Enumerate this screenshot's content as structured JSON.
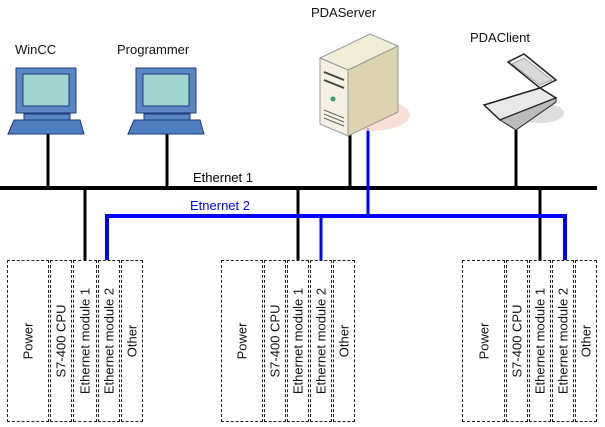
{
  "devices": {
    "wincc": {
      "label": "WinCC"
    },
    "programmer": {
      "label": "Programmer"
    },
    "pdaserver": {
      "label": "PDAServer"
    },
    "pdaclient": {
      "label": "PDAClient"
    }
  },
  "networks": {
    "ethernet1": {
      "label": "Ethernet 1",
      "color": "#000000"
    },
    "ethernet2": {
      "label": "Etnernet 2",
      "color": "#0000ff"
    }
  },
  "racks": [
    {
      "modules": [
        {
          "label": "Power"
        },
        {
          "label": "S7-400 CPU"
        },
        {
          "label": "Ethernet module 1"
        },
        {
          "label": "Ethernet module 2"
        },
        {
          "label": "Other"
        }
      ]
    },
    {
      "modules": [
        {
          "label": "Power"
        },
        {
          "label": "S7-400 CPU"
        },
        {
          "label": "Ethernet module 1"
        },
        {
          "label": "Ethernet module 2"
        },
        {
          "label": "Other"
        }
      ]
    },
    {
      "modules": [
        {
          "label": "Power"
        },
        {
          "label": "S7-400 CPU"
        },
        {
          "label": "Ethernet module 1"
        },
        {
          "label": "Ethernet module 2"
        },
        {
          "label": "Other"
        }
      ]
    }
  ]
}
